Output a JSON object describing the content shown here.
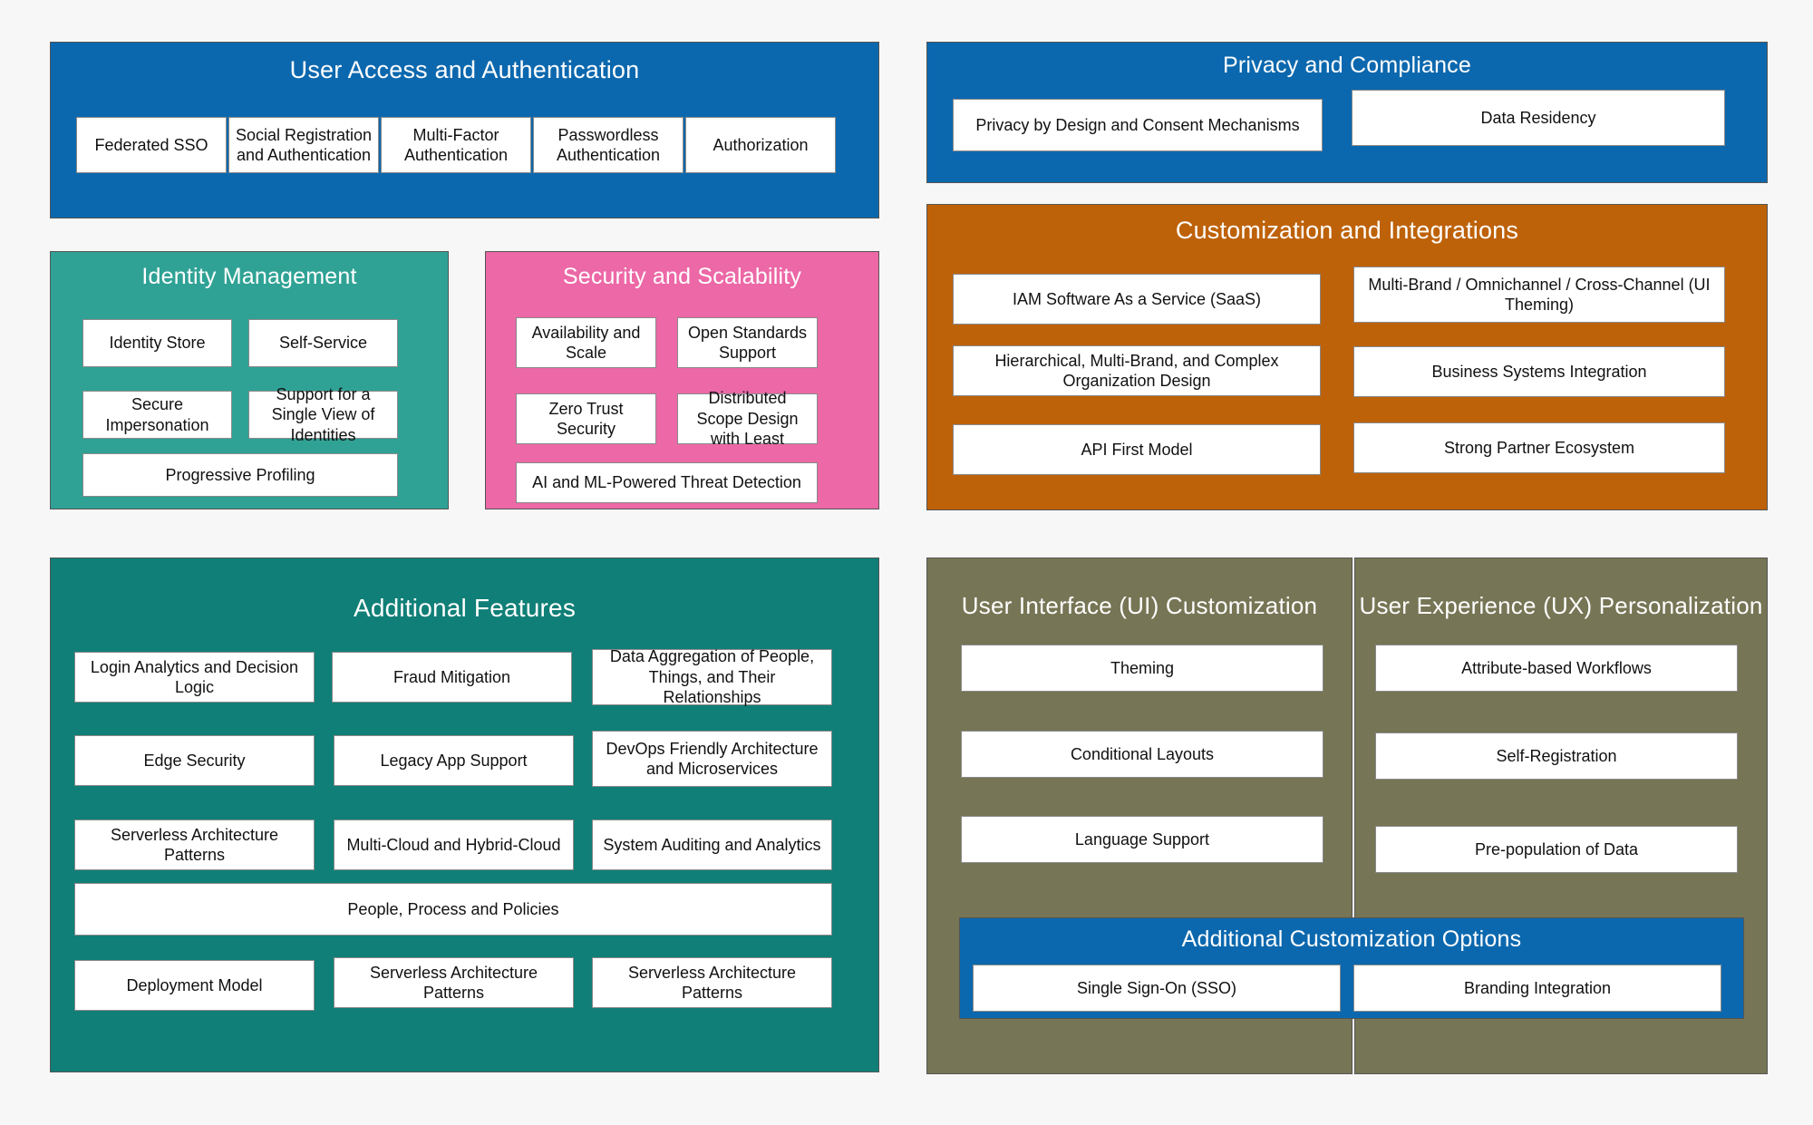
{
  "diagram": {
    "background": "#f7f7f7",
    "groups": [
      {
        "id": "user-access",
        "title": "User Access and Authentication",
        "color": "#0c68ae",
        "items": [
          "Federated SSO",
          "Social Registration and Authentication",
          "Multi-Factor Authentication",
          "Passwordless Authentication",
          "Authorization"
        ]
      },
      {
        "id": "identity-management",
        "title": "Identity Management",
        "color": "#2fa295",
        "items": [
          "Identity Store",
          "Self-Service",
          "Secure Impersonation",
          "Support for a Single View of Identities",
          "Progressive Profiling"
        ]
      },
      {
        "id": "security-scalability",
        "title": "Security and Scalability",
        "color": "#ec68a6",
        "items": [
          "Availability and Scale",
          "Open Standards Support",
          "Zero Trust Security",
          "Distributed Scope Design with Least",
          "AI and ML-Powered Threat Detection"
        ]
      },
      {
        "id": "privacy-compliance",
        "title": "Privacy and Compliance",
        "color": "#0c68ae",
        "items": [
          "Privacy by Design and Consent Mechanisms",
          "Data Residency"
        ]
      },
      {
        "id": "customization-integrations",
        "title": "Customization and Integrations",
        "color": "#be6209",
        "items": [
          "IAM Software As a Service (SaaS)",
          "Multi-Brand / Omnichannel / Cross-Channel (UI Theming)",
          "Hierarchical, Multi-Brand, and Complex Organization Design",
          "Business Systems Integration",
          "API First Model",
          "Strong Partner Ecosystem"
        ]
      },
      {
        "id": "additional-features",
        "title": "Additional Features",
        "color": "#107f77",
        "items": [
          "Login Analytics and Decision Logic",
          "Fraud Mitigation",
          "Data Aggregation of People, Things, and Their Relationships",
          "Edge Security",
          "Legacy App Support",
          "DevOps Friendly Architecture and Microservices",
          "Serverless Architecture Patterns",
          "Multi-Cloud and Hybrid-Cloud",
          "System Auditing and Analytics",
          "People, Process and Policies",
          "Deployment Model",
          "Serverless Architecture Patterns",
          "Serverless Architecture Patterns"
        ]
      },
      {
        "id": "ui-customization",
        "title": "User Interface (UI) Customization",
        "color": "#767555",
        "items": [
          "Theming",
          "Conditional Layouts",
          "Language Support"
        ]
      },
      {
        "id": "ux-personalization",
        "title": "User Experience (UX) Personalization",
        "color": "#767555",
        "items": [
          "Attribute-based Workflows",
          "Self-Registration",
          "Pre-population of Data"
        ]
      },
      {
        "id": "additional-customization-options",
        "title": "Additional Customization Options",
        "color": "#0c68ae",
        "items": [
          "Single Sign-On (SSO)",
          "Branding Integration"
        ]
      }
    ]
  }
}
